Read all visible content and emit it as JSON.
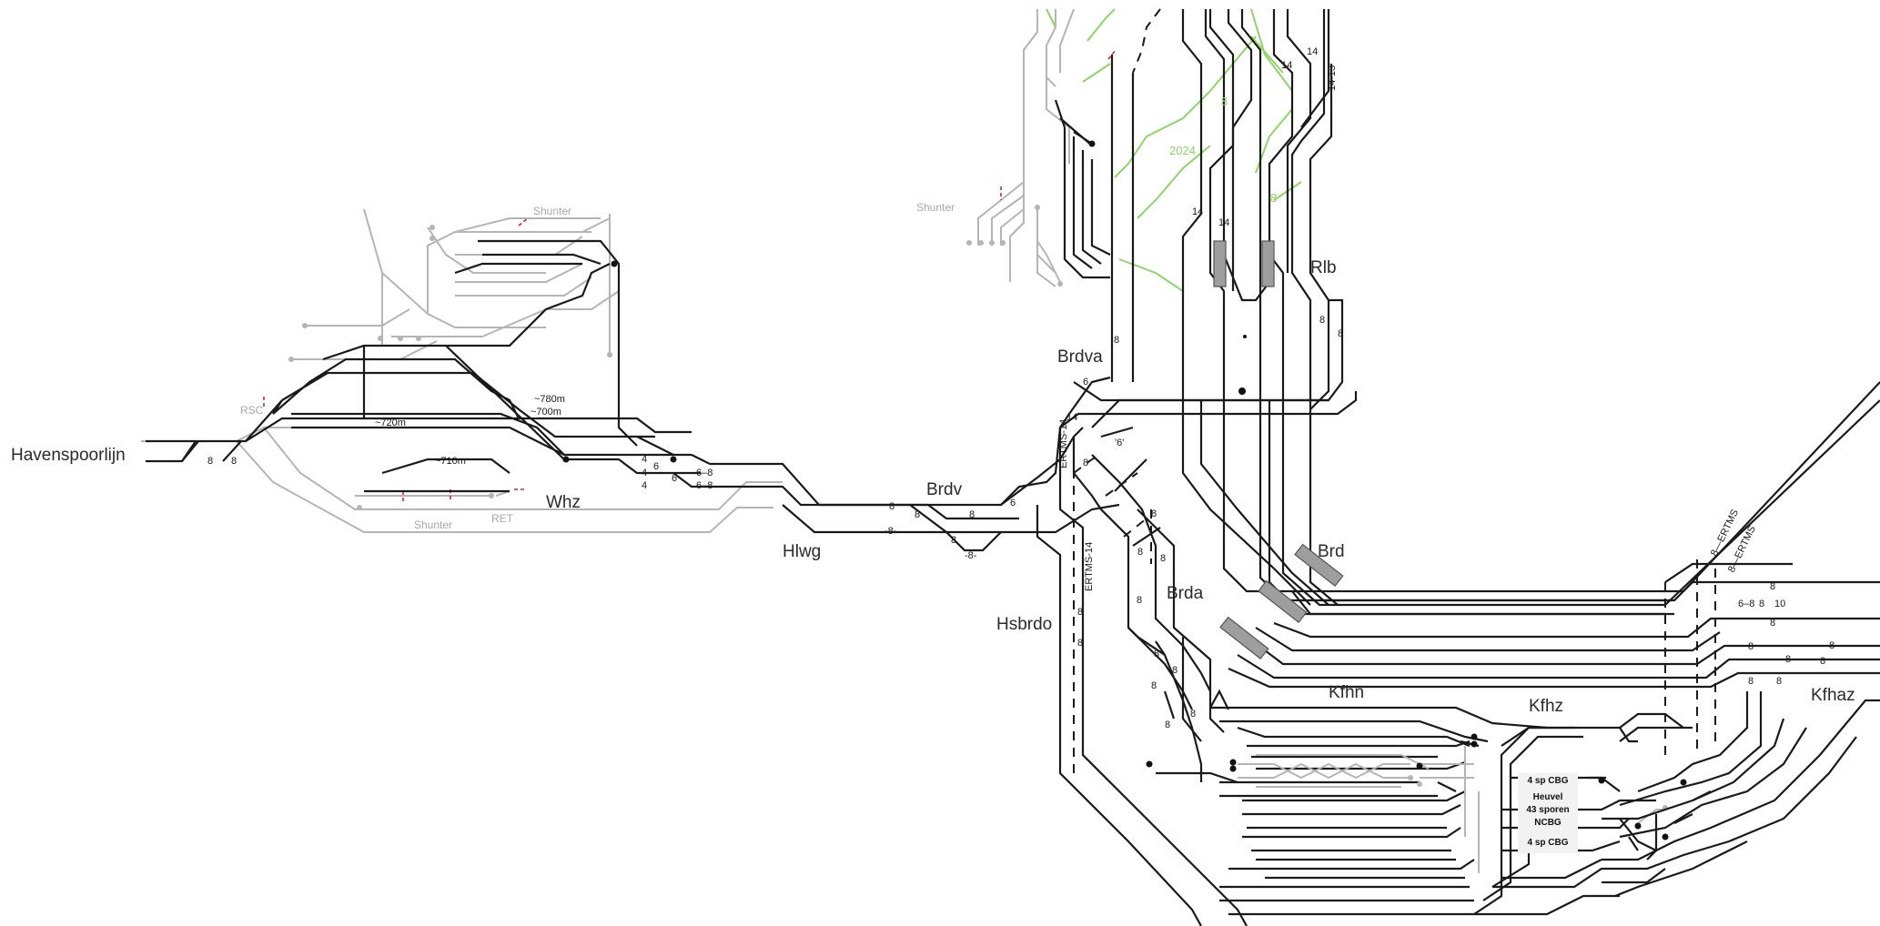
{
  "colors": {
    "track": "#1a1a1a",
    "track_gray": "#b5b5b5",
    "track_new": "#8fd46a",
    "shunter_mark": "#cc2a2a",
    "platform": "#9e9e9e"
  },
  "stations": {
    "havenspoorlijn": "Havenspoorlijn",
    "whz": "Whz",
    "hlwg": "Hlwg",
    "brdv": "Brdv",
    "brdva": "Brdva",
    "hsbrdo": "Hsbrdo",
    "brda": "Brda",
    "brd": "Brd",
    "rlb": "Rlb",
    "kfhn": "Kfhn",
    "kfhz": "Kfhz",
    "kfhaz": "Kfhaz"
  },
  "gray_labels": {
    "shunter_top": "Shunter",
    "shunter_bottom": "Shunter",
    "shunter_north": "Shunter",
    "rsc": "RSC",
    "ret": "RET"
  },
  "new_labels": {
    "year": "2024",
    "eight_a": "8",
    "eight_b": "8"
  },
  "lengths": {
    "l780": "~780m",
    "l700": "~700m",
    "l720": "~720m",
    "l710": "~710m"
  },
  "ertms": {
    "brdva": "ERTMS-14",
    "hsbrdo": "ERTMS-14",
    "kfhaz_a": "8—ERTMS",
    "kfhaz_b": "8—ERTMS"
  },
  "track_numbers": {
    "n8": "8",
    "n6": "6",
    "n4": "4",
    "n10": "10",
    "n14": "14",
    "n1413": "14-13",
    "n68": "6–8",
    "n8dash": "-8-",
    "n8ring": "-8-",
    "n6dash": "6",
    "n4dash": "4",
    "n2": "'6'"
  },
  "yard_box": {
    "line1": "4 sp CBG",
    "line2": "Heuvel",
    "line3": "43 sporen",
    "line4": "NCBG",
    "line5": "4 sp CBG"
  }
}
